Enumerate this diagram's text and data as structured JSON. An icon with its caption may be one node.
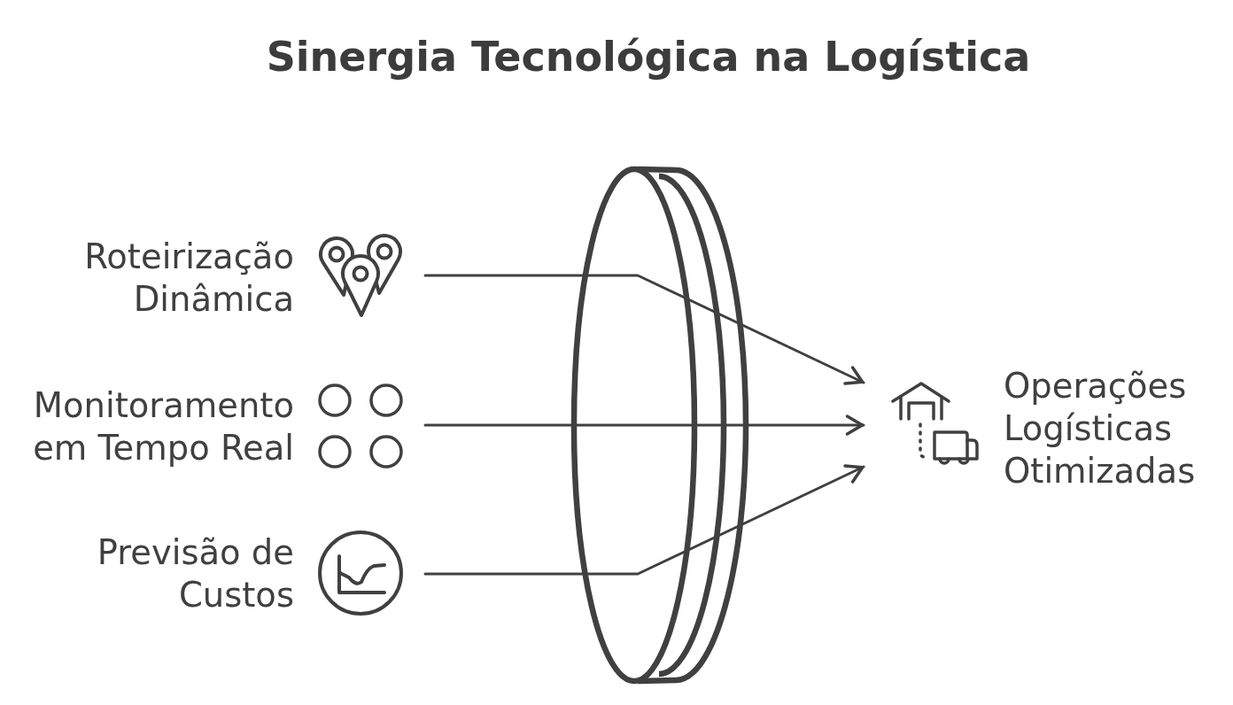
{
  "diagram": {
    "title": "Sinergia Tecnológica na Logística",
    "nodes": [
      {
        "text": [
          "Roteirização Dinâmica"
        ]
      },
      {
        "text": [
          "Monitoramento em Tempo Real"
        ]
      },
      {
        "text": [
          "Previsão de Custos"
        ]
      },
      {
        "text": [
          "Operações Logísticas Otimizadas"
        ]
      }
    ],
    "edges": [
      {
        "from": 0,
        "to": 3,
        "arrow": "to"
      },
      {
        "from": 1,
        "to": 3,
        "arrow": "to"
      },
      {
        "from": 2,
        "to": 3,
        "arrow": "to"
      }
    ]
  }
}
